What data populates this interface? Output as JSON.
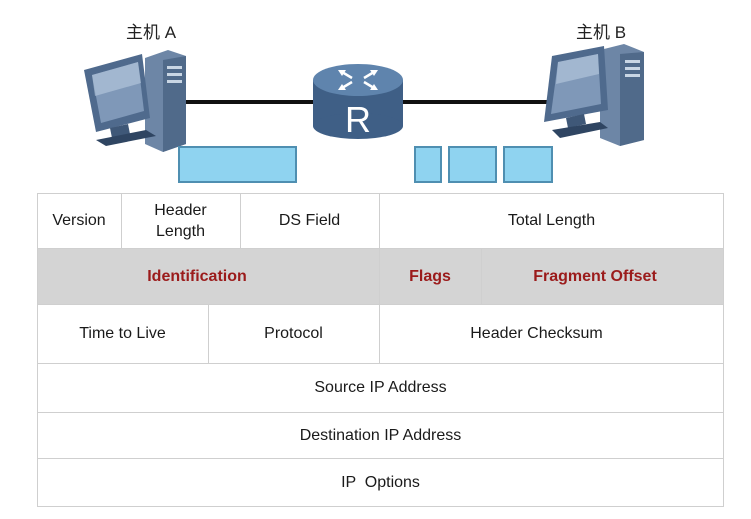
{
  "hosts": {
    "a_label": "主机 A",
    "b_label": "主机 B"
  },
  "router": {
    "letter": "R"
  },
  "icons": [
    "computer-icon",
    "router-icon"
  ],
  "colors": {
    "packet_fill": "#8fd3f0",
    "fragment_row": "#d4d4d4",
    "fragment_text": "#9b1b1b"
  },
  "header": {
    "version": "Version",
    "header_length": "Header Length",
    "ds_field": "DS Field",
    "total_length": "Total Length",
    "identification": "Identification",
    "flags": "Flags",
    "fragment_offset": "Fragment Offset",
    "ttl": "Time to Live",
    "protocol": "Protocol",
    "checksum": "Header Checksum",
    "source_ip": "Source IP Address",
    "destination_ip": "Destination IP Address",
    "options": "IP  Options"
  }
}
